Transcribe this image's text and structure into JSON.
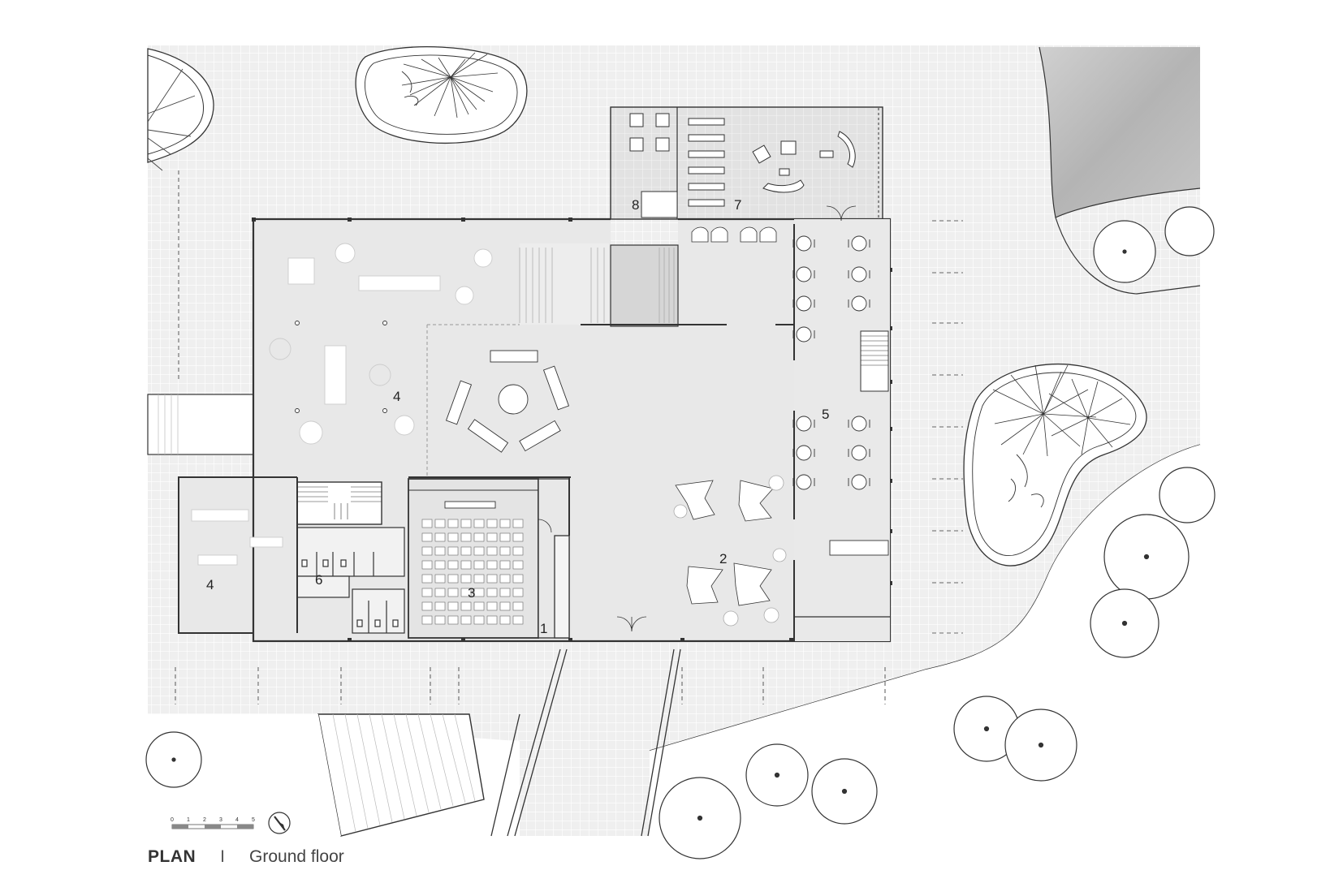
{
  "caption": {
    "title": "PLAN",
    "separator": "I",
    "subtitle": "Ground floor"
  },
  "room_labels": {
    "entrance": "1",
    "cafe": "2",
    "auditorium": "3",
    "exhibition_main": "4",
    "exhibition_side": "4",
    "reading_room": "5",
    "toilets": "6",
    "terrace": "7",
    "stairs": "8"
  },
  "scale_bar": {
    "ticks": [
      "0",
      "1",
      "2",
      "3",
      "4",
      "5"
    ]
  },
  "colors": {
    "paving": "#ececec",
    "interior": "#e6e6e6",
    "terrace": "#dcdcdc",
    "water": "#bcbcbc",
    "line": "#333333"
  },
  "icons": {
    "north_arrow": "north-arrow-icon"
  }
}
